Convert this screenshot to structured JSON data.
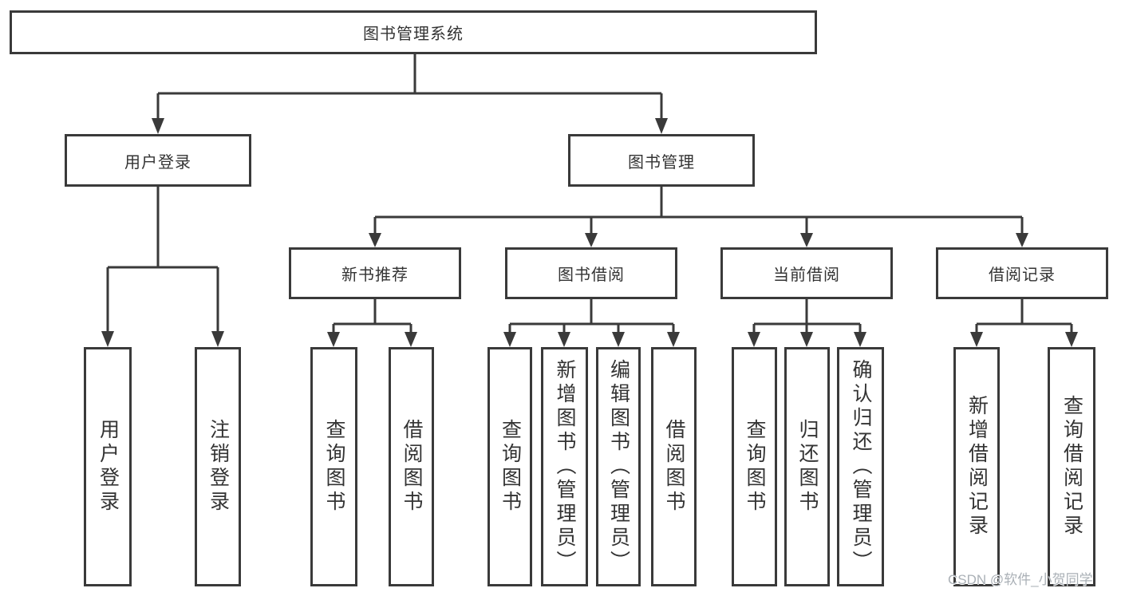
{
  "colors": {
    "line-color": "#3a3a3a",
    "text-color": "#333333",
    "watermark-color": "#aab0b6"
  },
  "tree": {
    "root": "图书管理系统",
    "branches": [
      {
        "label": "用户登录",
        "children": [
          "用户登录",
          "注销登录"
        ]
      },
      {
        "label": "图书管理",
        "groups": [
          {
            "label": "新书推荐",
            "children": [
              "查询图书",
              "借阅图书"
            ]
          },
          {
            "label": "图书借阅",
            "children": [
              "查询图书",
              "新增图书（管理员）",
              "编辑图书（管理员）",
              "借阅图书"
            ]
          },
          {
            "label": "当前借阅",
            "children": [
              "查询图书",
              "归还图书",
              "确认归还（管理员）"
            ]
          },
          {
            "label": "借阅记录",
            "children": [
              "新增借阅记录",
              "查询借阅记录"
            ]
          }
        ]
      }
    ]
  },
  "watermark": {
    "text": "CSDN @软件_小贺同学"
  }
}
